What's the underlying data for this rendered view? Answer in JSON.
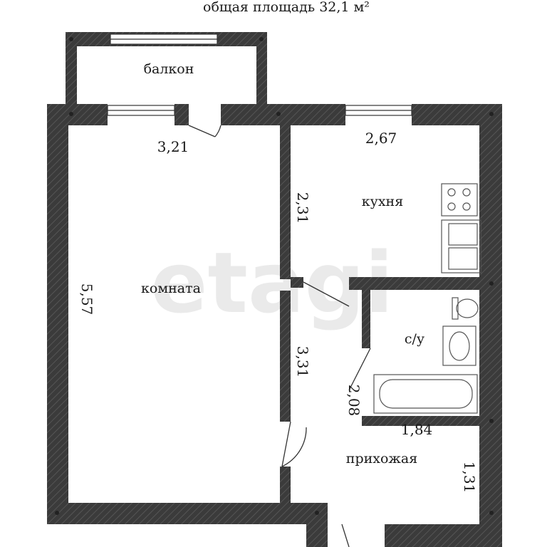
{
  "title": "общая площадь 32,1 м²",
  "watermark": "etagi",
  "rooms": {
    "balcony": "балкон",
    "room": "комната",
    "kitchen": "кухня",
    "bathroom": "с/у",
    "hallway": "прихожая"
  },
  "dimensions": {
    "room_width": "3,21",
    "room_length": "5,57",
    "kitchen_width": "2,67",
    "kitchen_depth": "2,31",
    "corridor_length": "3,31",
    "bathroom_depth": "2,08",
    "bathroom_width": "1,84",
    "hallway_depth": "1,31"
  },
  "colors": {
    "wall": "#3b3b3b",
    "fixture": "#555555",
    "background": "#ffffff"
  }
}
